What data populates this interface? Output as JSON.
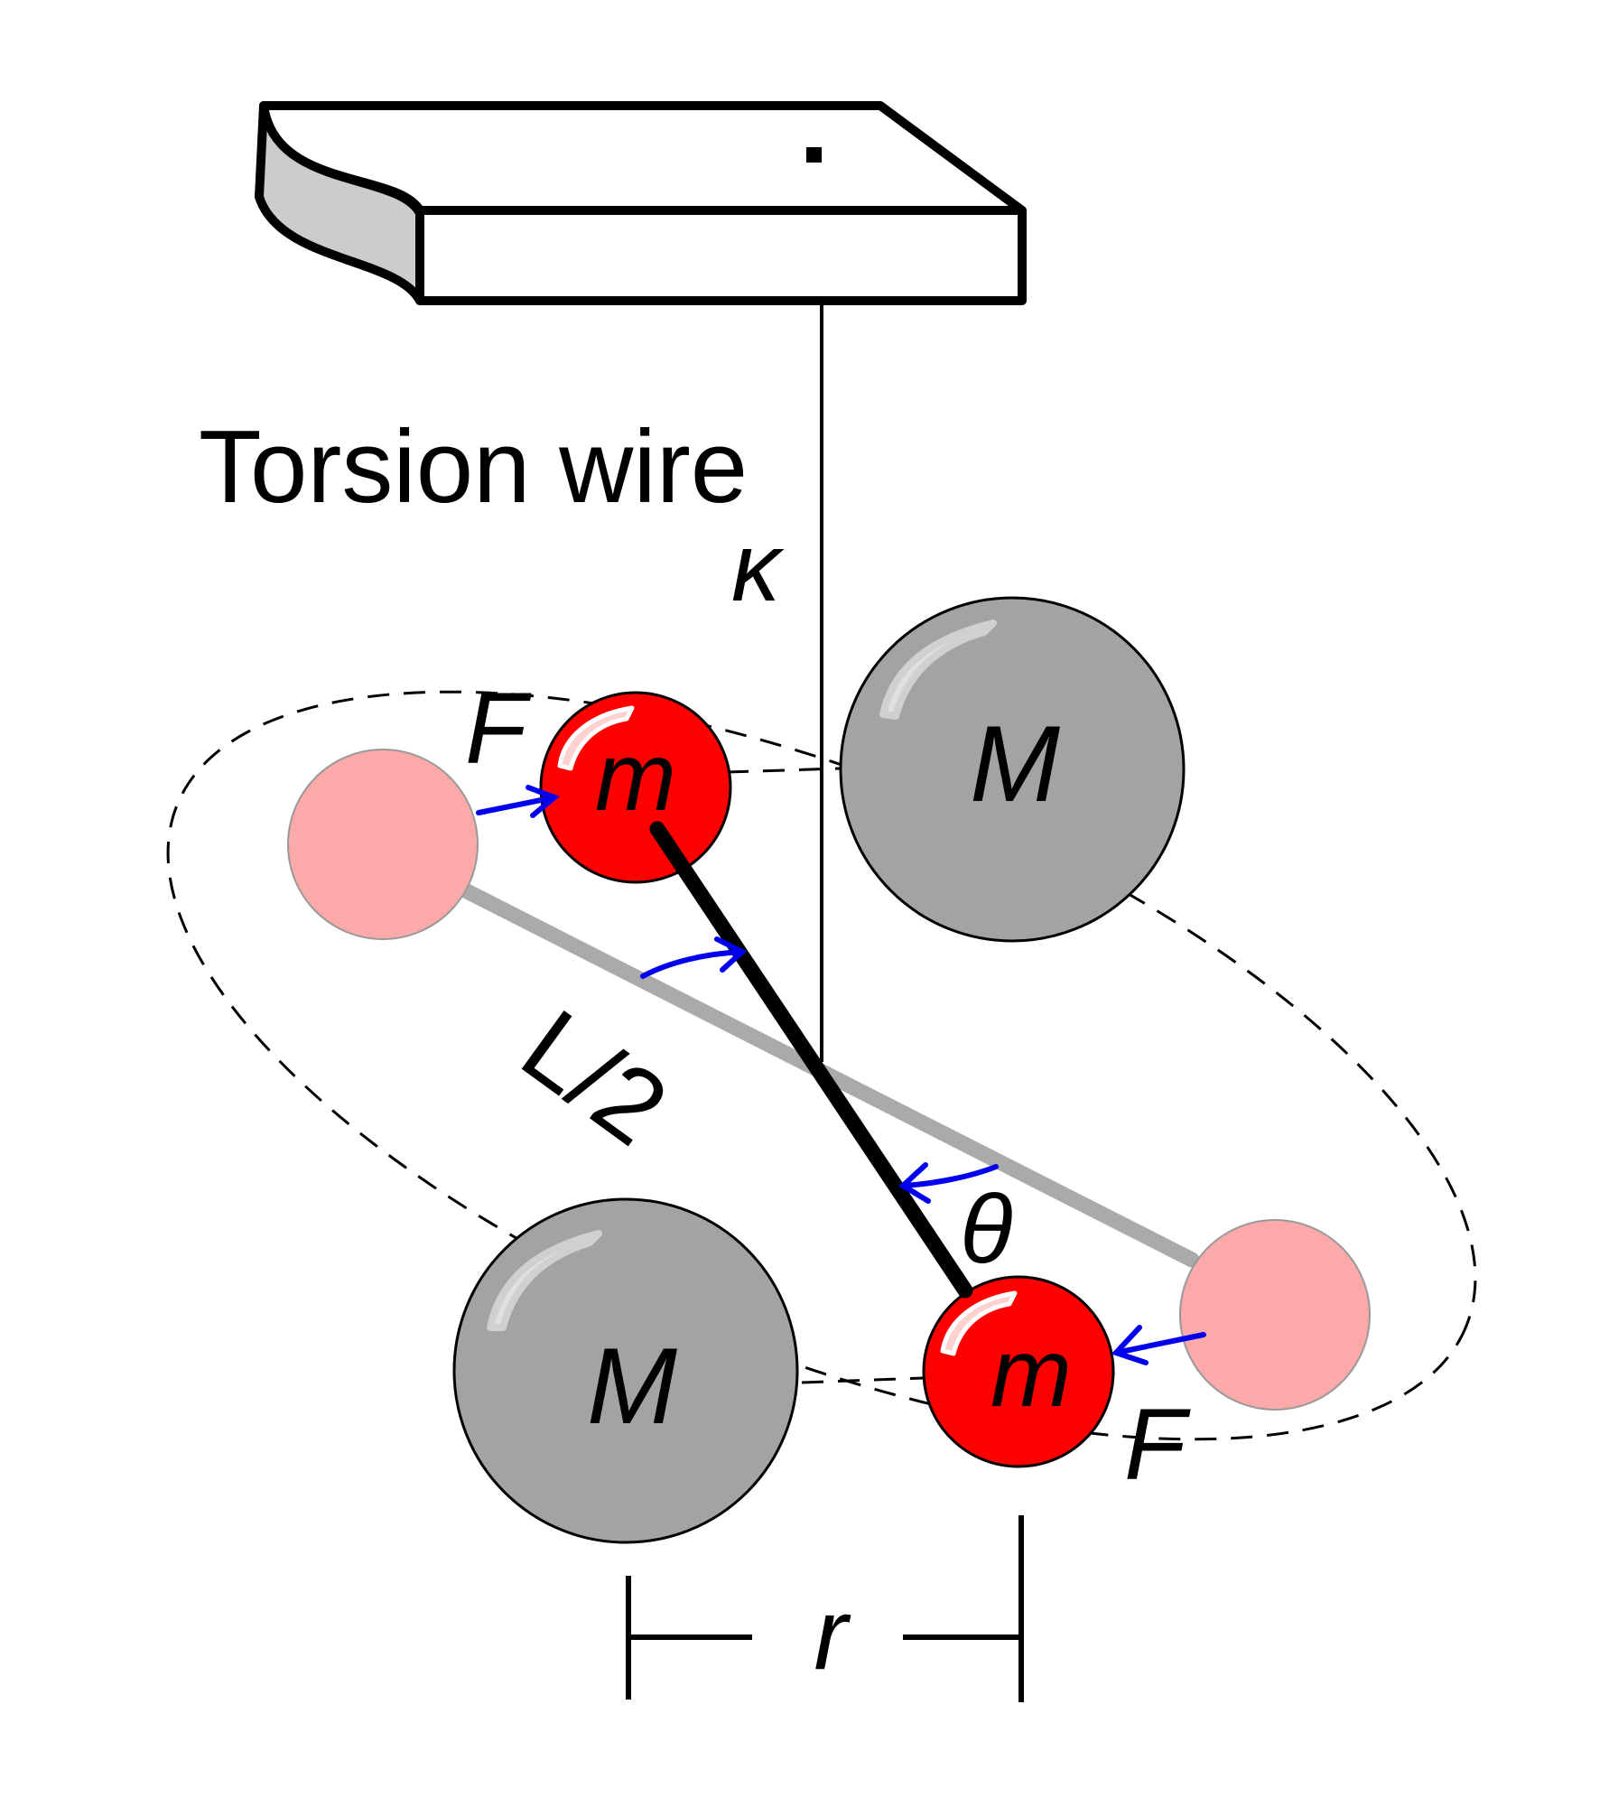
{
  "labels": {
    "torsion_wire": "Torsion wire",
    "kappa": "κ",
    "small_mass_top": "m",
    "small_mass_bottom": "m",
    "large_mass_top": "M",
    "large_mass_bottom": "M",
    "force_top": "F",
    "force_bottom": "F",
    "half_length": "L/2",
    "angle": "θ",
    "separation": "r"
  },
  "colors": {
    "small_mass": "#ff0000",
    "small_mass_ghost": "#fca9a9",
    "large_mass": "#a3a2a4",
    "ghost_rod": "#aaaaaa",
    "force_arrow": "#0000ee",
    "support_side": "#cccccc"
  }
}
